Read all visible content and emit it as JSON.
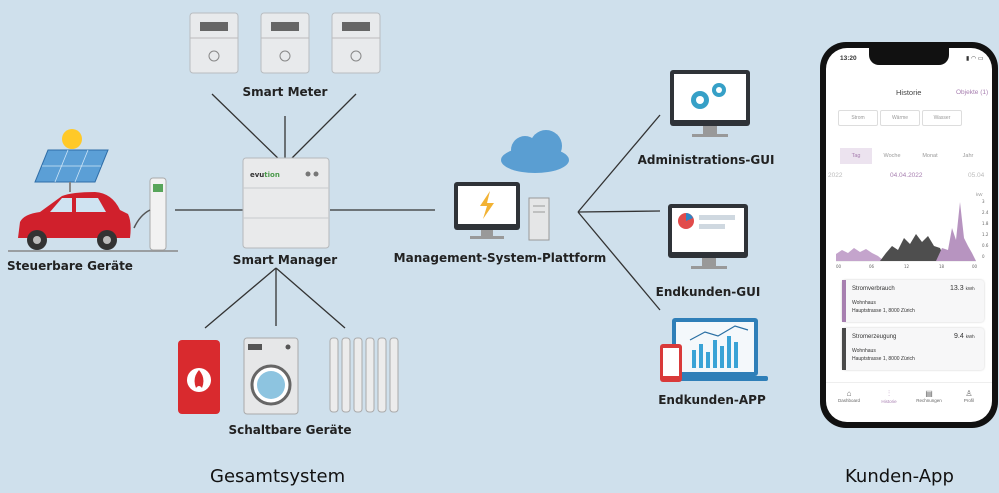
{
  "labels": {
    "smart_meter": "Smart Meter",
    "smart_manager": "Smart Manager",
    "steuerbare": "Steuerbare Geräte",
    "schaltbare": "Schaltbare Geräte",
    "platform": "Management-System-Plattform",
    "admin_gui": "Administrations-GUI",
    "endkunden_gui": "Endkunden-GUI",
    "endkunden_app": "Endkunden-APP",
    "manager_brand": "evu",
    "manager_brand2": "tion"
  },
  "captions": {
    "left": "Gesamtsystem",
    "right": "Kunden-App"
  },
  "app": {
    "time": "13:20",
    "title": "Historie",
    "objects": "Objekte (1)",
    "filters": [
      "Strom",
      "Wärme",
      "Wasser"
    ],
    "tabs": [
      "Tag",
      "Woche",
      "Monat",
      "Jahr"
    ],
    "date_prev": "2022",
    "date_current": "04.04.2022",
    "date_next": "05.04",
    "unit": "kW",
    "y_ticks": [
      "3",
      "2.4",
      "1.8",
      "1.2",
      "0.6",
      "0"
    ],
    "x_ticks": [
      "00",
      "06",
      "12",
      "18",
      "00"
    ],
    "card1": {
      "title": "Stromverbrauch",
      "value": "13.3",
      "unit": "kWh",
      "line1": "Wohnhaus",
      "line2": "Hauptstrasse 1, 8000 Zürich"
    },
    "card2": {
      "title": "Stromerzeugung",
      "value": "9.4",
      "unit": "kWh",
      "line1": "Wohnhaus",
      "line2": "Hauptstrasse 1, 8000 Zürich"
    },
    "nav": [
      "Dashboard",
      "Historie",
      "Rechnungen",
      "Profil"
    ],
    "colors": {
      "accent": "#a77fb0",
      "dark": "#4a4a4a"
    }
  }
}
